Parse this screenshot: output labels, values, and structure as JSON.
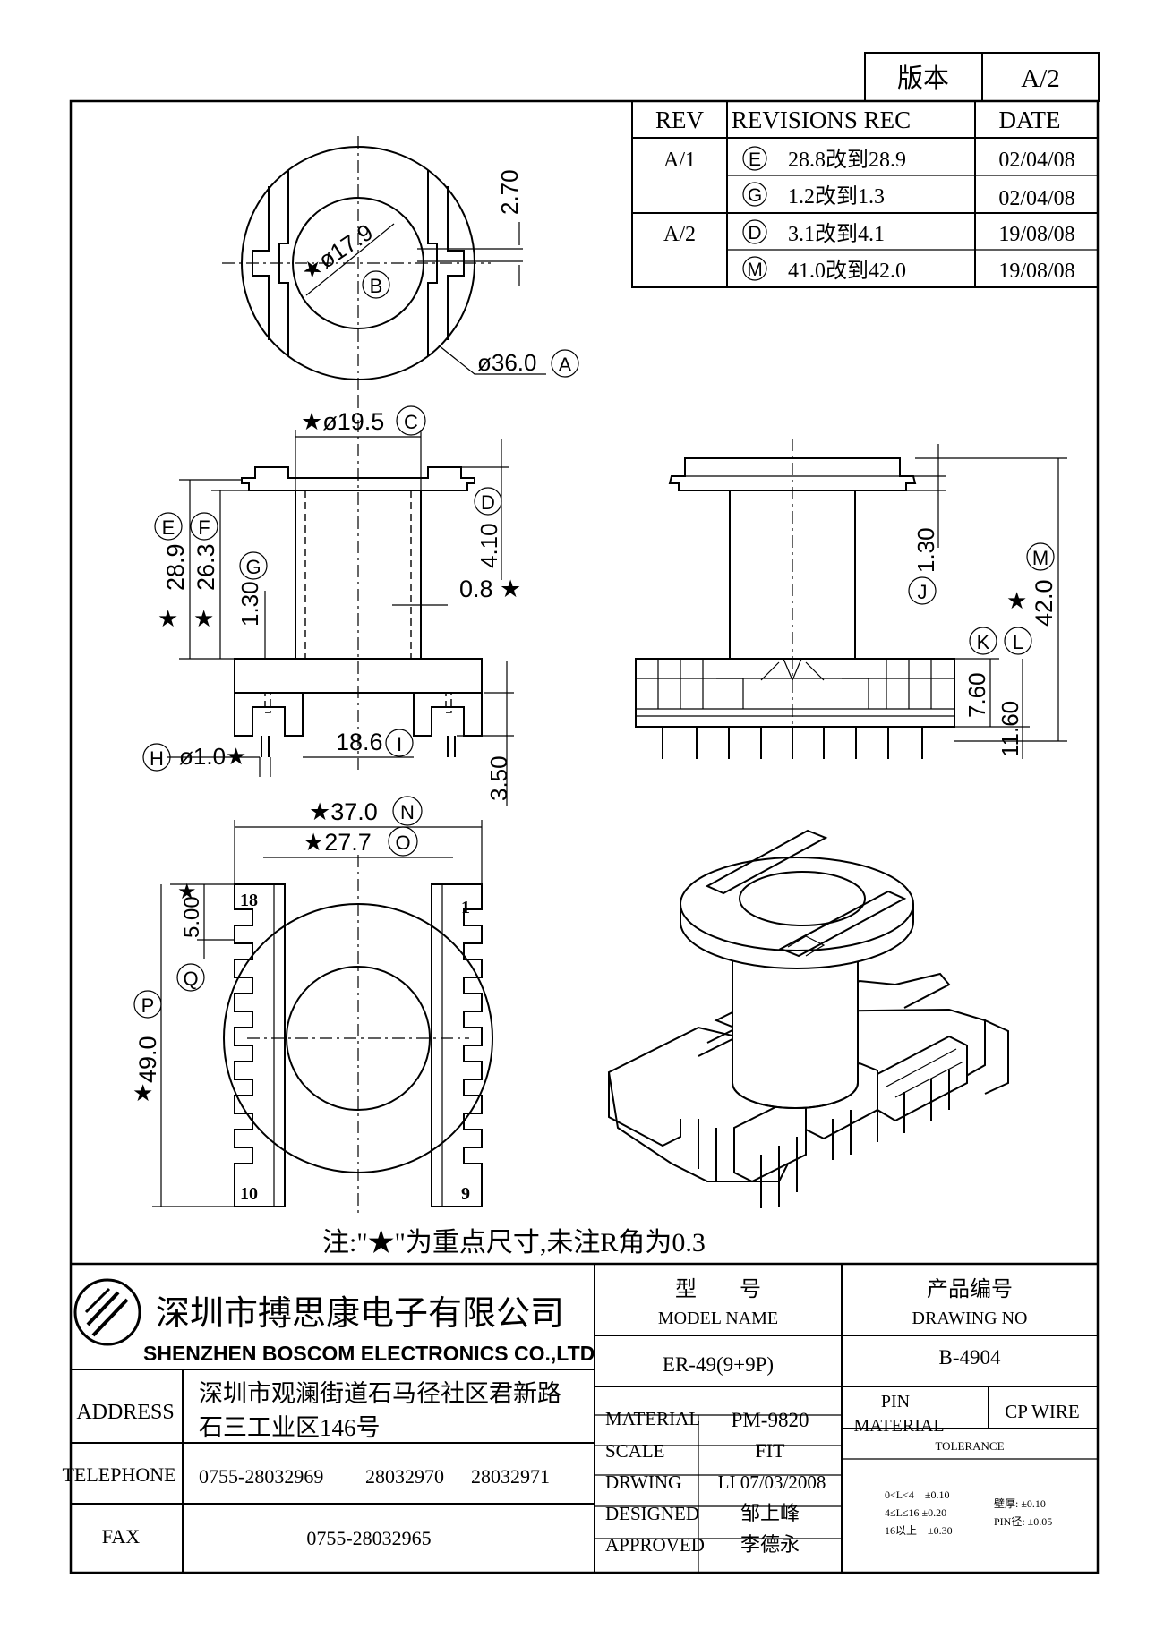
{
  "version_box": {
    "label": "版本",
    "value": "A/2"
  },
  "revisions": {
    "headers": [
      "REV",
      "REVISIONS REC",
      "DATE"
    ],
    "rows": [
      {
        "rev": "A/1",
        "mark": "E",
        "text": "28.8改到28.9",
        "date": "02/04/08"
      },
      {
        "rev": "",
        "mark": "G",
        "text": "1.2改到1.3",
        "date": "02/04/08"
      },
      {
        "rev": "A/2",
        "mark": "D",
        "text": "3.1改到4.1",
        "date": "19/08/08"
      },
      {
        "rev": "",
        "mark": "M",
        "text": "41.0改到42.0",
        "date": "19/08/08"
      }
    ]
  },
  "dimensions": {
    "dia_17_9": "★ø17.9",
    "mark_B": "B",
    "dim_2_70": "2.70",
    "dia_36": "ø36.0",
    "mark_A": "A",
    "dia_19_5": "★ø19.5",
    "mark_C": "C",
    "dim_28_9": "28.9",
    "mark_E": "E",
    "dim_26_3": "26.3",
    "mark_F": "F",
    "dim_1_30_g": "1.30",
    "mark_G": "G",
    "dim_4_10": "4.10",
    "mark_D": "D",
    "dim_0_8": "0.8 ★",
    "dim_18_6": "18.6",
    "mark_I": "I",
    "dia_1_0": "ø1.0★",
    "mark_H": "H",
    "dim_3_50": "3.50",
    "dim_1_30_j": "1.30",
    "mark_J": "J",
    "dim_42": "42.0",
    "mark_M": "M",
    "dim_7_60": "7.60",
    "mark_K": "K",
    "dim_11_60": "11.60",
    "mark_L": "L",
    "dim_37": "★37.0",
    "mark_N": "N",
    "dim_27_7": "★27.7",
    "mark_O": "O",
    "dim_5_00": "5.00",
    "mark_Q": "Q",
    "dim_49": "49.0",
    "mark_P": "P",
    "star": "★",
    "pin_1": "1",
    "pin_9": "9",
    "pin_10": "10",
    "pin_18": "18"
  },
  "note": "注:\"★\"为重点尺寸,未注R角为0.3",
  "title_block": {
    "company_cn": "深圳市搏思康电子有限公司",
    "company_en": "SHENZHEN BOSCOM ELECTRONICS CO.,LTD",
    "address_label": "ADDRESS",
    "address_line1": "深圳市观澜街道石马径社区君新路",
    "address_line2": "石三工业区146号",
    "telephone_label": "TELEPHONE",
    "telephone_1": "0755-28032969",
    "telephone_2": "28032970",
    "telephone_3": "28032971",
    "fax_label": "FAX",
    "fax": "0755-28032965",
    "model_label_cn": "型　　号",
    "model_label_en": "MODEL NAME",
    "model_value": "ER-49(9+9P)",
    "drawing_label_cn": "产品编号",
    "drawing_label_en": "DRAWING NO",
    "drawing_value": "B-4904",
    "material_label": "MATERIAL",
    "material_value": "PM-9820",
    "pin_label": "PIN",
    "pin_label2": "MATERIAL",
    "pin_value": "CP WIRE",
    "scale_label": "SCALE",
    "scale_value": "FIT",
    "tolerance_label": "TOLERANCE",
    "drwing_label": "DRWING",
    "drwing_value": "LI 07/03/2008",
    "designed_label": "DESIGNED",
    "designed_value": "邹上峰",
    "approved_label": "APPROVED",
    "approved_value": "李德永",
    "tol_1": "0<L<4　±0.10",
    "tol_2": "4≤L≤16 ±0.20",
    "tol_3": "16以上　±0.30",
    "tol_4": "壁厚: ±0.10",
    "tol_5": "PIN径: ±0.05"
  }
}
